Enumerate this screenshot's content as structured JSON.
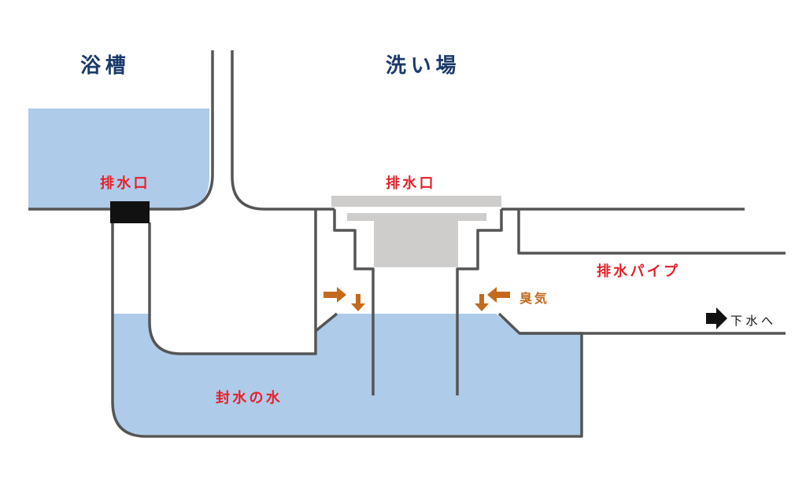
{
  "labels": {
    "bathtub": "浴槽",
    "washing_area": "洗い場",
    "drain_outlet_bathtub": "排水口",
    "drain_outlet_floor": "排水口",
    "drain_pipe": "排水パイプ",
    "odor": "臭気",
    "to_sewer": "下水へ",
    "seal_water": "封水の水"
  },
  "colors": {
    "water": "#aecbea",
    "pipe_line": "#555555",
    "drain_cover": "#cfcccc",
    "plug": "#111111",
    "odor_arrow": "#c46a1c",
    "label_red": "#e8202a",
    "title_navy": "#1b3a6b"
  },
  "icons": {
    "odor_arrows": "orange-arrow-icon",
    "sewer_arrow": "black-arrow-right-icon"
  }
}
